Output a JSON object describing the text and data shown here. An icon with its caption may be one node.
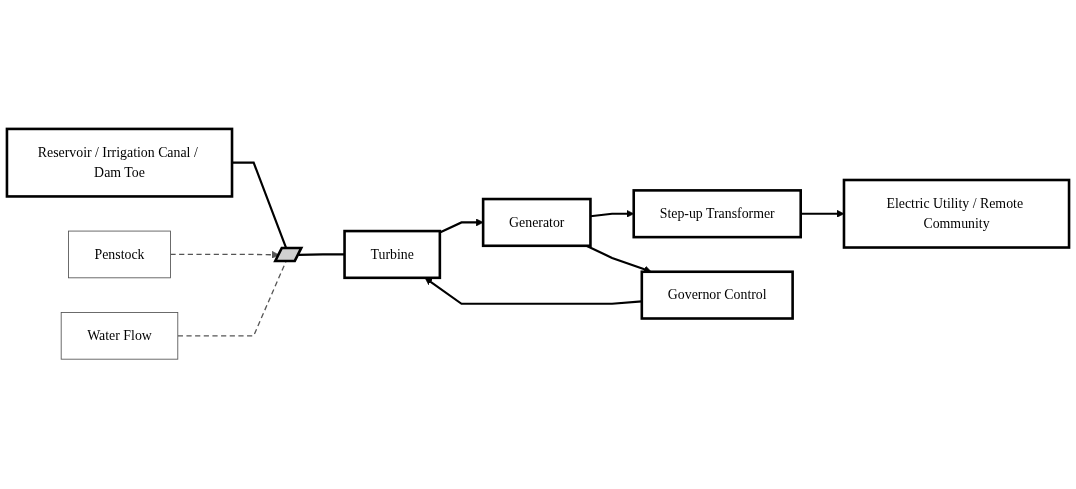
{
  "diagram": {
    "nodes": [
      {
        "text": [
          "Reservoir / Irrigation Canal / Dam Toe"
        ]
      },
      {
        "text": [
          "Penstock"
        ]
      },
      {
        "text": [],
        "shape": "bar"
      },
      {
        "text": [
          "Water Flow"
        ]
      },
      {
        "text": [
          "Turbine"
        ]
      },
      {
        "text": [
          "Generator"
        ]
      },
      {
        "text": [
          "Step-up Transformer"
        ]
      },
      {
        "text": [
          "Electric Utility / Remote Community"
        ]
      },
      {
        "text": [
          "Governor Control"
        ]
      }
    ],
    "edges": [
      {
        "from": 0,
        "to": 2,
        "arrow": "none"
      },
      {
        "from": 2,
        "to": 4,
        "arrow": "none"
      },
      {
        "from": 1,
        "to": 2,
        "arrow": "to",
        "style": "dashed"
      },
      {
        "from": 3,
        "to": 2,
        "arrow": "none",
        "style": "dashed"
      },
      {
        "from": 4,
        "to": 5,
        "arrow": "to"
      },
      {
        "from": 5,
        "to": 6,
        "arrow": "to"
      },
      {
        "from": 6,
        "to": 7,
        "arrow": "to"
      },
      {
        "from": 5,
        "to": 8,
        "arrow": "to"
      },
      {
        "from": 8,
        "to": 4,
        "arrow": "to"
      }
    ]
  }
}
